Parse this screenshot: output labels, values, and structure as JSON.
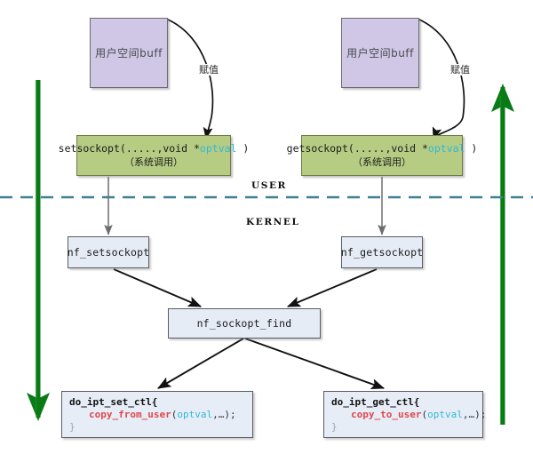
{
  "diagram": {
    "title": "setsockopt/getsockopt kernel flow",
    "zones": {
      "user_label": "USER",
      "kernel_label": "KERNEL"
    },
    "colors": {
      "buffer_fill": "#cfc7e5",
      "syscall_fill": "#b6cc83",
      "function_fill": "#e6ecf6",
      "optval_text": "#32b9d6",
      "copy_fn_text": "#e0484b",
      "divider": "#3f7f94",
      "timeline_arrow": "#0a7a16"
    },
    "left_flow": {
      "buffer": {
        "label": "用户空间buff"
      },
      "edge_label": "赋值",
      "syscall": {
        "prefix": "setsockopt(.....,void *",
        "param": "optval",
        "suffix": " )",
        "subtitle": "（系统调用）"
      },
      "nf_handler": {
        "label": "nf_setsockopt"
      },
      "code": {
        "line1": "do_ipt_set_ctl{",
        "fn": "copy_from_user",
        "args_open": "(",
        "param": "optval",
        "args_rest": ",…);",
        "line3": "}"
      }
    },
    "right_flow": {
      "buffer": {
        "label": "用户空间buff"
      },
      "edge_label": "赋值",
      "syscall": {
        "prefix": "getsockopt(.....,void *",
        "param": "optval",
        "suffix": " )",
        "subtitle": "（系统调用）"
      },
      "nf_handler": {
        "label": "nf_getsockopt"
      },
      "code": {
        "line1": "do_ipt_get_ctl{",
        "fn": "copy_to_user",
        "args_open": "(",
        "param": "optval",
        "args_rest": ",…);",
        "line3": "}"
      }
    },
    "shared": {
      "dispatcher": {
        "label": "nf_sockopt_find"
      }
    },
    "timelines": {
      "left_direction": "down",
      "right_direction": "up"
    }
  }
}
